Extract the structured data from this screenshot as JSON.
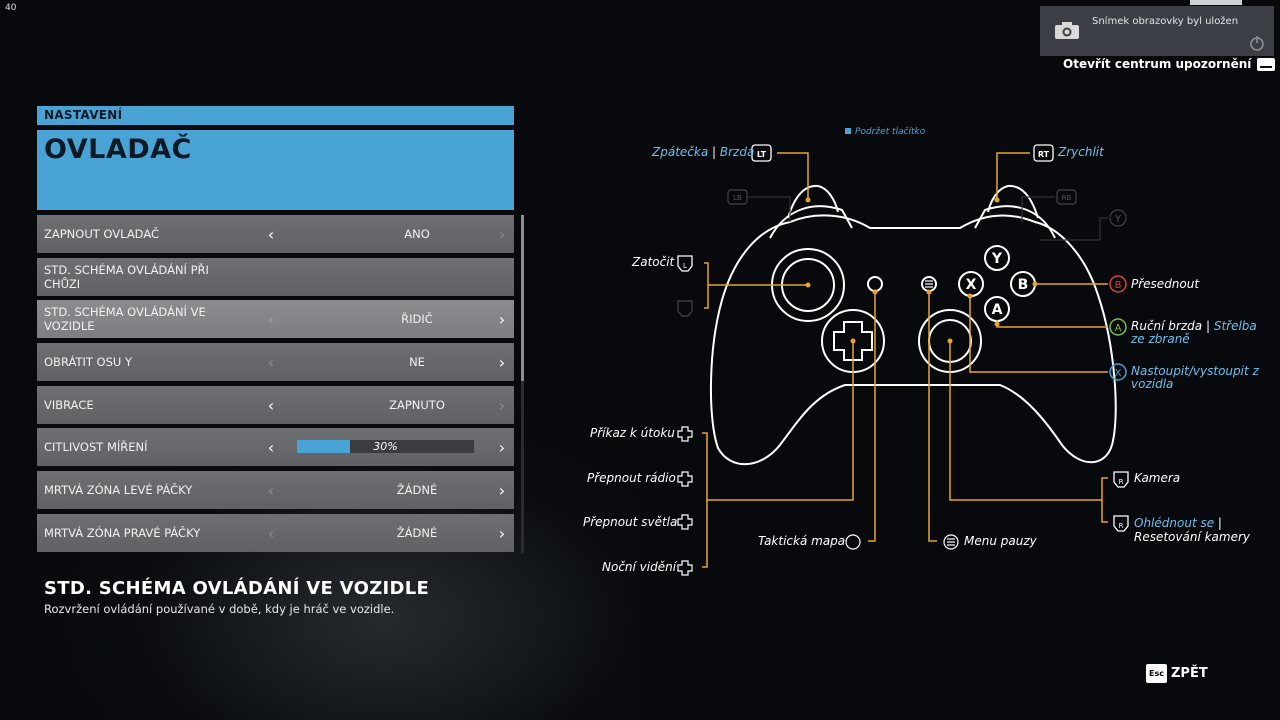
{
  "overlay": {
    "fps": "40"
  },
  "notification": {
    "message": "Snímek obrazovky byl uložen",
    "open_center": "Otevřít centrum upozornění"
  },
  "settings": {
    "section": "NASTAVENÍ",
    "title": "OVLADAČ",
    "rows": [
      {
        "label": "ZAPNOUT OVLADAČ",
        "value": "ANO",
        "left_enabled": true,
        "right_enabled": false
      },
      {
        "label": "STD. SCHÉMA OVLÁDÁNÍ PŘI CHŮZI",
        "value": "",
        "left_enabled": false,
        "right_enabled": false
      },
      {
        "label": "STD. SCHÉMA OVLÁDÁNÍ VE VOZIDLE",
        "value": "ŘIDIČ",
        "left_enabled": false,
        "right_enabled": true,
        "selected": true
      },
      {
        "label": "OBRÁTIT OSU Y",
        "value": "NE",
        "left_enabled": false,
        "right_enabled": true
      },
      {
        "label": "VIBRACE",
        "value": "ZAPNUTO",
        "left_enabled": true,
        "right_enabled": false
      },
      {
        "label": "CITLIVOST MÍŘENÍ",
        "value": "30%",
        "slider_fraction": 0.3,
        "left_enabled": true,
        "right_enabled": true
      },
      {
        "label": "MRTVÁ ZÓNA LEVÉ PÁČKY",
        "value": "ŽÁDNÉ",
        "left_enabled": false,
        "right_enabled": true
      },
      {
        "label": "MRTVÁ ZÓNA PRAVÉ PÁČKY",
        "value": "ŽÁDNÉ",
        "left_enabled": false,
        "right_enabled": true
      }
    ],
    "description": {
      "title": "STD. SCHÉMA OVLÁDÁNÍ VE VOZIDLE",
      "text": "Rozvržení ovládání používané v době, kdy je hráč ve vozidle."
    }
  },
  "controller": {
    "hold_hint": "Podržet tlačítko",
    "lt_label_a": "Zpátečka",
    "lt_sep": "|",
    "lt_label_b": "Brzda",
    "rt_label": "Zrychlit",
    "ls_label": "Zatočit",
    "b_label": "Přesednout",
    "a_label_a": "Ruční brzda",
    "a_sep": "|",
    "a_label_b": "Střelba ze zbraně",
    "x_label": "Nastoupit/vystoupit z vozidla",
    "dpad_up": "Příkaz k útoku",
    "dpad_right": "Přepnout rádio",
    "dpad_down": "Přepnout světla",
    "dpad_left": "Noční vidění",
    "view_label": "Taktická mapa",
    "menu_label": "Menu pauzy",
    "rs_label": "Kamera",
    "rs_hold_a": "Ohlédnout se",
    "rs_hold_sep": "|",
    "rs_hold_b": "Resetování kamery",
    "buttons": {
      "lt": "LT",
      "rt": "RT",
      "lb": "LB",
      "rb": "RB",
      "y": "Y",
      "b": "B",
      "a": "A",
      "x": "X",
      "l": "L",
      "r": "R"
    },
    "colors": {
      "line": "#e8a526",
      "blue": "#6cc0ec",
      "b_red": "#e0413a",
      "a_green": "#7cc142",
      "x_blue": "#3aa3e0"
    }
  },
  "footer": {
    "back_key": "Esc",
    "back_label": "ZPĚT"
  }
}
